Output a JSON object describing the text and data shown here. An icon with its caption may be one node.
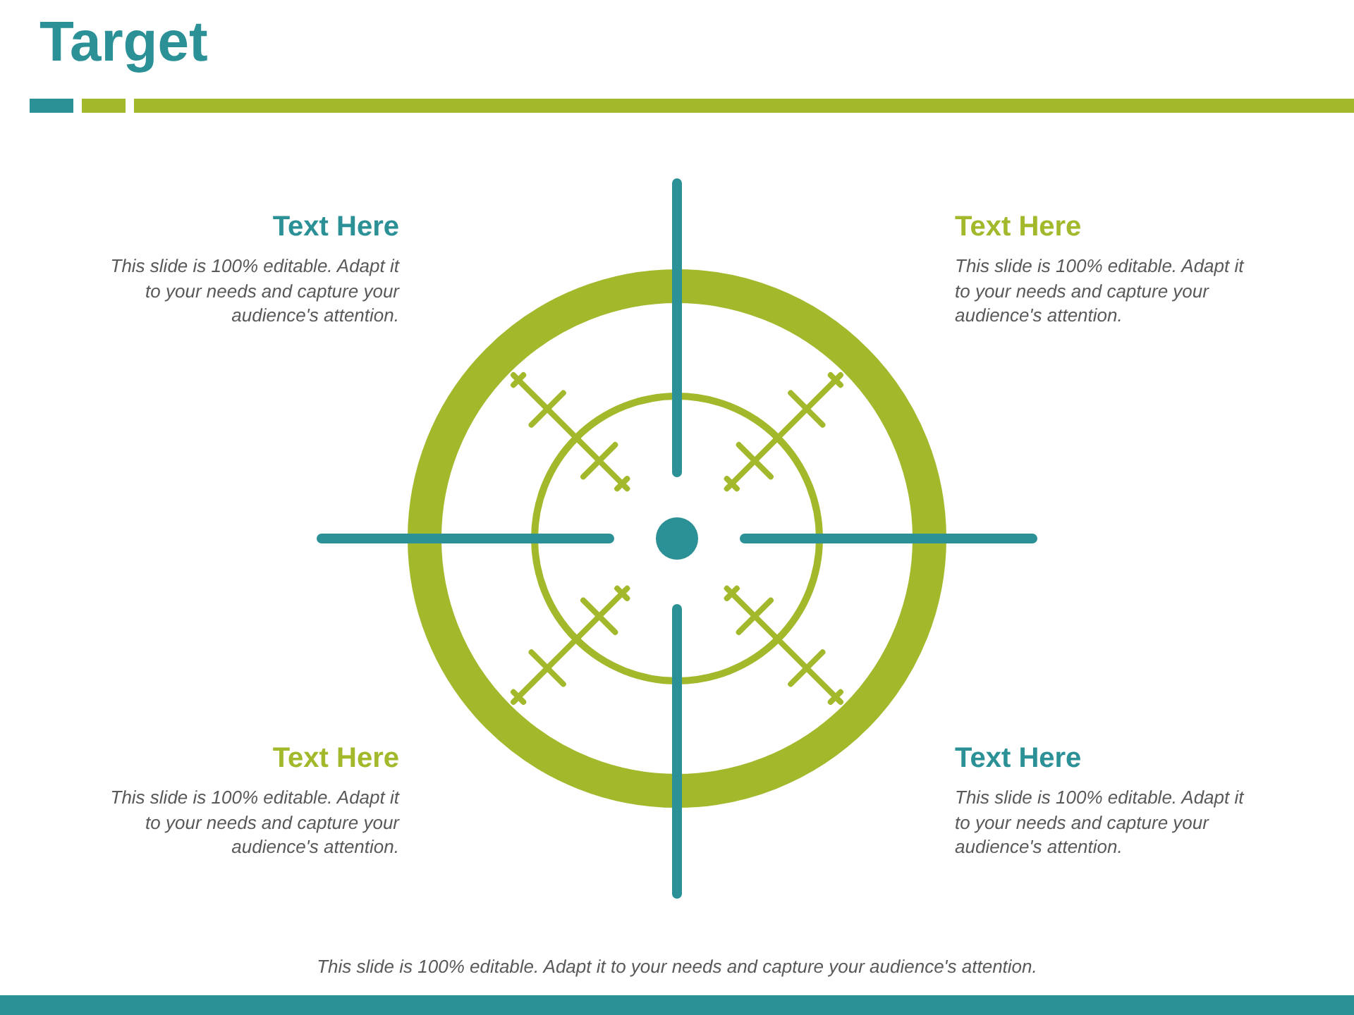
{
  "diagram": {
    "title": "Target",
    "labels": [
      "Text Here",
      "This slide is 100% editable. Adapt it to your needs and capture your audience's attention.",
      "Text Here",
      "This slide is 100% editable. Adapt it to your needs and capture your audience's attention.",
      "Text Here",
      "This slide is 100% editable. Adapt it to your needs and capture your audience's attention.",
      "Text Here",
      "This slide is 100% editable. Adapt it to your needs and capture your audience's attention.",
      "This slide is 100% editable. Adapt it to your needs and capture your audience's attention."
    ]
  }
}
